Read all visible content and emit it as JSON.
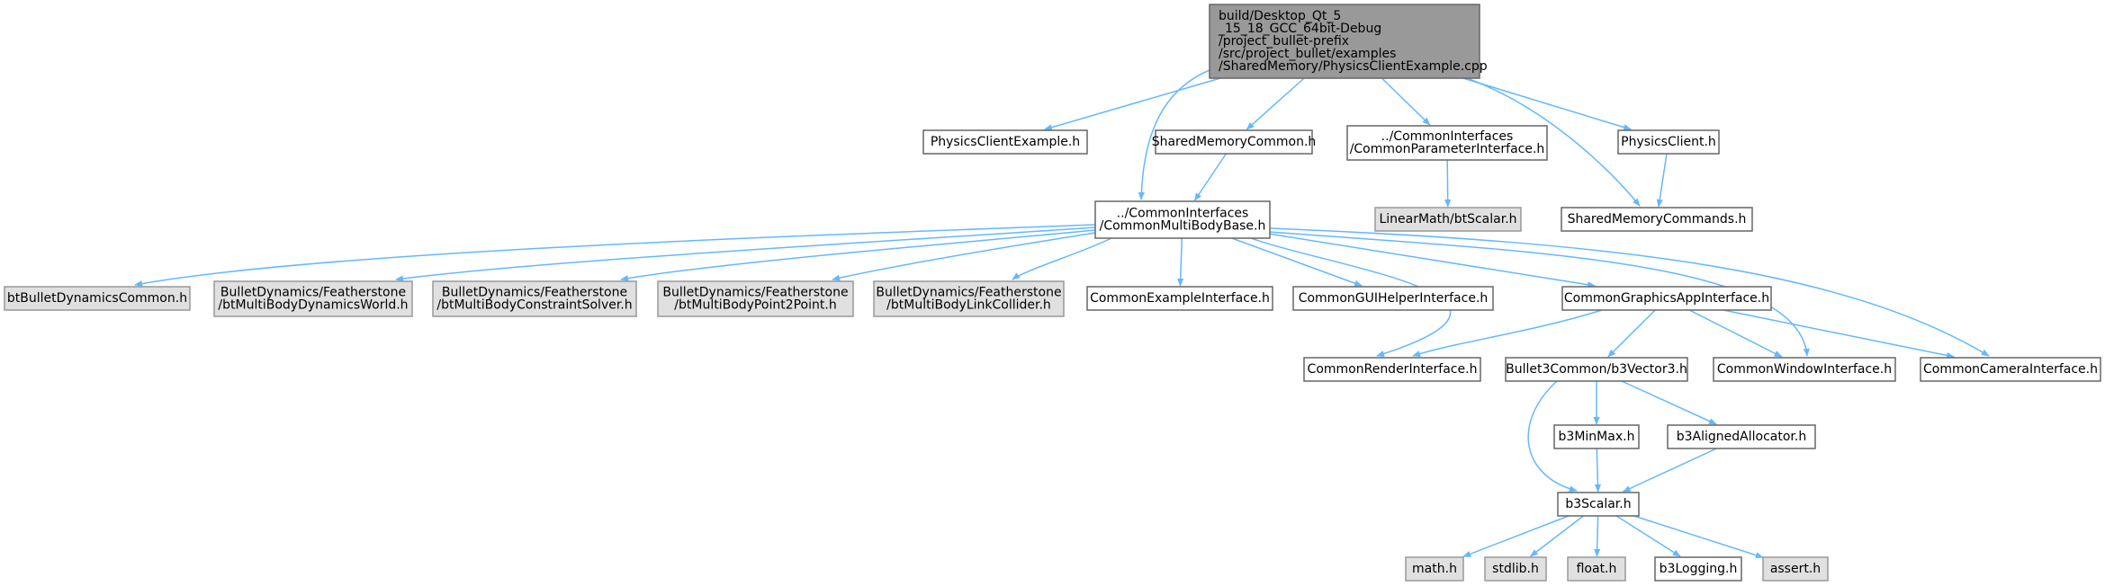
{
  "colors": {
    "edge": "#63b8ff",
    "root_fill": "#999999",
    "root_stroke": "#666666",
    "node_stroke": "#666666",
    "doc_fill": "#ffffff",
    "external_fill": "#e0e0e0",
    "external_stroke": "#999999"
  },
  "nodes": [
    {
      "id": "root",
      "lines": [
        "build/Desktop_Qt_5",
        "_15_18_GCC_64bit-Debug",
        "/project_bullet-prefix",
        "/src/project_bullet/examples",
        "/SharedMemory/PhysicsClientExample.cpp"
      ],
      "kind": "root"
    },
    {
      "id": "physicsclientexample_h",
      "lines": [
        "PhysicsClientExample.h"
      ],
      "kind": "doc"
    },
    {
      "id": "sharedmemorycommon_h",
      "lines": [
        "SharedMemoryCommon.h"
      ],
      "kind": "doc"
    },
    {
      "id": "commonparameterinterface_h",
      "lines": [
        "../CommonInterfaces",
        "/CommonParameterInterface.h"
      ],
      "kind": "doc"
    },
    {
      "id": "physicsclient_h",
      "lines": [
        "PhysicsClient.h"
      ],
      "kind": "doc"
    },
    {
      "id": "commonmultibodybase_h",
      "lines": [
        "../CommonInterfaces",
        "/CommonMultiBodyBase.h"
      ],
      "kind": "doc"
    },
    {
      "id": "btscalar_h",
      "lines": [
        "LinearMath/btScalar.h"
      ],
      "kind": "external"
    },
    {
      "id": "sharedmemorycommands_h",
      "lines": [
        "SharedMemoryCommands.h"
      ],
      "kind": "doc"
    },
    {
      "id": "btbulletdynamicscommon_h",
      "lines": [
        "btBulletDynamicsCommon.h"
      ],
      "kind": "external"
    },
    {
      "id": "btmultibodydynamicsworld_h",
      "lines": [
        "BulletDynamics/Featherstone",
        "/btMultiBodyDynamicsWorld.h"
      ],
      "kind": "external"
    },
    {
      "id": "btmultibodyconstraintsolver_h",
      "lines": [
        "BulletDynamics/Featherstone",
        "/btMultiBodyConstraintSolver.h"
      ],
      "kind": "external"
    },
    {
      "id": "btmultibodypoint2point_h",
      "lines": [
        "BulletDynamics/Featherstone",
        "/btMultiBodyPoint2Point.h"
      ],
      "kind": "external"
    },
    {
      "id": "btmultibodylinkcollider_h",
      "lines": [
        "BulletDynamics/Featherstone",
        "/btMultiBodyLinkCollider.h"
      ],
      "kind": "external"
    },
    {
      "id": "commonexampleinterface_h",
      "lines": [
        "CommonExampleInterface.h"
      ],
      "kind": "doc"
    },
    {
      "id": "commonguihelperinterface_h",
      "lines": [
        "CommonGUIHelperInterface.h"
      ],
      "kind": "doc"
    },
    {
      "id": "commongraphicsappinterface_h",
      "lines": [
        "CommonGraphicsAppInterface.h"
      ],
      "kind": "doc"
    },
    {
      "id": "commonrenderinterface_h",
      "lines": [
        "CommonRenderInterface.h"
      ],
      "kind": "doc"
    },
    {
      "id": "b3vector3_h",
      "lines": [
        "Bullet3Common/b3Vector3.h"
      ],
      "kind": "doc"
    },
    {
      "id": "commonwindowinterface_h",
      "lines": [
        "CommonWindowInterface.h"
      ],
      "kind": "doc"
    },
    {
      "id": "commoncamerainterface_h",
      "lines": [
        "CommonCameraInterface.h"
      ],
      "kind": "doc"
    },
    {
      "id": "b3minmax_h",
      "lines": [
        "b3MinMax.h"
      ],
      "kind": "doc"
    },
    {
      "id": "b3alignedallocator_h",
      "lines": [
        "b3AlignedAllocator.h"
      ],
      "kind": "doc"
    },
    {
      "id": "b3scalar_h",
      "lines": [
        "b3Scalar.h"
      ],
      "kind": "doc"
    },
    {
      "id": "math_h",
      "lines": [
        "math.h"
      ],
      "kind": "external"
    },
    {
      "id": "stdlib_h",
      "lines": [
        "stdlib.h"
      ],
      "kind": "external"
    },
    {
      "id": "float_h",
      "lines": [
        "float.h"
      ],
      "kind": "external"
    },
    {
      "id": "b3logging_h",
      "lines": [
        "b3Logging.h"
      ],
      "kind": "doc"
    },
    {
      "id": "assert_h",
      "lines": [
        "assert.h"
      ],
      "kind": "external"
    }
  ],
  "edges": [
    {
      "from": "root",
      "to": "physicsclientexample_h"
    },
    {
      "from": "root",
      "to": "sharedmemorycommon_h"
    },
    {
      "from": "root",
      "to": "commonparameterinterface_h"
    },
    {
      "from": "root",
      "to": "physicsclient_h"
    },
    {
      "from": "root",
      "to": "commonmultibodybase_h"
    },
    {
      "from": "root",
      "to": "sharedmemorycommands_h"
    },
    {
      "from": "sharedmemorycommon_h",
      "to": "commonmultibodybase_h"
    },
    {
      "from": "commonparameterinterface_h",
      "to": "btscalar_h"
    },
    {
      "from": "physicsclient_h",
      "to": "sharedmemorycommands_h"
    },
    {
      "from": "commonmultibodybase_h",
      "to": "btbulletdynamicscommon_h"
    },
    {
      "from": "commonmultibodybase_h",
      "to": "btmultibodydynamicsworld_h"
    },
    {
      "from": "commonmultibodybase_h",
      "to": "btmultibodyconstraintsolver_h"
    },
    {
      "from": "commonmultibodybase_h",
      "to": "btmultibodypoint2point_h"
    },
    {
      "from": "commonmultibodybase_h",
      "to": "btmultibodylinkcollider_h"
    },
    {
      "from": "commonmultibodybase_h",
      "to": "commonexampleinterface_h"
    },
    {
      "from": "commonmultibodybase_h",
      "to": "commonguihelperinterface_h"
    },
    {
      "from": "commonmultibodybase_h",
      "to": "commongraphicsappinterface_h"
    },
    {
      "from": "commonmultibodybase_h",
      "to": "commonrenderinterface_h"
    },
    {
      "from": "commonmultibodybase_h",
      "to": "commonwindowinterface_h"
    },
    {
      "from": "commonmultibodybase_h",
      "to": "commoncamerainterface_h"
    },
    {
      "from": "commongraphicsappinterface_h",
      "to": "commonrenderinterface_h"
    },
    {
      "from": "commongraphicsappinterface_h",
      "to": "b3vector3_h"
    },
    {
      "from": "commongraphicsappinterface_h",
      "to": "commonwindowinterface_h"
    },
    {
      "from": "commongraphicsappinterface_h",
      "to": "commoncamerainterface_h"
    },
    {
      "from": "b3vector3_h",
      "to": "b3minmax_h"
    },
    {
      "from": "b3vector3_h",
      "to": "b3alignedallocator_h"
    },
    {
      "from": "b3vector3_h",
      "to": "b3scalar_h"
    },
    {
      "from": "b3minmax_h",
      "to": "b3scalar_h"
    },
    {
      "from": "b3alignedallocator_h",
      "to": "b3scalar_h"
    },
    {
      "from": "b3scalar_h",
      "to": "math_h"
    },
    {
      "from": "b3scalar_h",
      "to": "stdlib_h"
    },
    {
      "from": "b3scalar_h",
      "to": "float_h"
    },
    {
      "from": "b3scalar_h",
      "to": "b3logging_h"
    },
    {
      "from": "b3scalar_h",
      "to": "assert_h"
    }
  ]
}
